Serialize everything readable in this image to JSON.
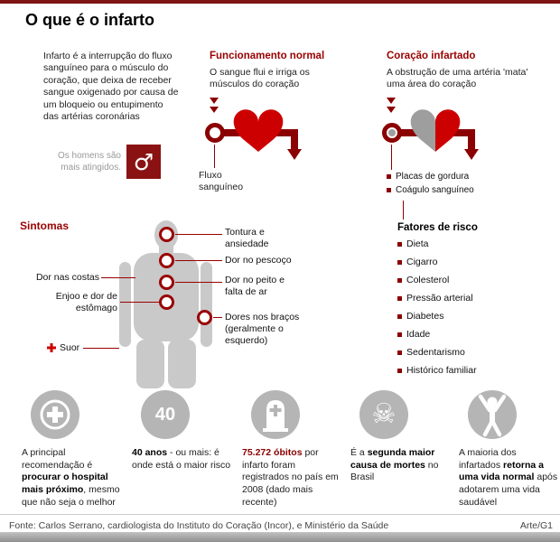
{
  "colors": {
    "accent": "#990000",
    "dark_red": "#8b0000",
    "heart_red": "#cc0000",
    "icon_gray": "#b5b5b5"
  },
  "header": {
    "title": "O que é o infarto"
  },
  "intro": {
    "text": "Infarto é a interrupção do fluxo sanguíneo para o músculo do coração, que deixa de receber sangue oxigenado por causa de um bloqueio ou entupimento das artérias coronárias",
    "men_note": "Os homens são mais atingidos.",
    "male_symbol": "♂"
  },
  "normal_heart": {
    "title": "Funcionamento normal",
    "desc": "O sangue flui e irriga os músculos do coração",
    "flow_label": "Fluxo sanguíneo"
  },
  "infarcted_heart": {
    "title": "Coração infartado",
    "desc": "A obstrução de uma artéria 'mata' uma área do coração",
    "label_plaque": "Placas de gordura",
    "label_clot": "Coágulo sanguíneo"
  },
  "symptoms": {
    "title": "Sintomas",
    "dizziness": "Tontura e ansiedade",
    "neck": "Dor no pescoço",
    "chest": "Dor no peito e falta de ar",
    "arms": "Dores nos braços (geralmente o esquerdo)",
    "back": "Dor nas costas",
    "stomach": "Enjoo e dor de estômago",
    "sweat": "Suor"
  },
  "risk": {
    "title": "Fatores de risco",
    "items": [
      "Dieta",
      "Cigarro",
      "Colesterol",
      "Pressão arterial",
      "Diabetes",
      "Idade",
      "Sedentarismo",
      "Histórico familiar"
    ]
  },
  "stats": [
    {
      "icon": "first-aid-icon",
      "pre": "A principal recomendação é ",
      "bold": "procurar o hospital mais próximo",
      "post": ", mesmo que não seja o melhor"
    },
    {
      "icon": "age-40-icon",
      "number": "40",
      "pre": "",
      "bold": "40 anos",
      "post": " - ou mais: é onde está o maior risco"
    },
    {
      "icon": "tombstone-icon",
      "pre": "",
      "bold": "75.272 óbitos",
      "post": " por infarto foram registrados no país em 2008 (dado mais recente)"
    },
    {
      "icon": "skull-icon",
      "glyph": "☠",
      "pre": "É a ",
      "bold": "segunda maior causa de mortes",
      "post": " no Brasil"
    },
    {
      "icon": "person-icon",
      "pre": "A maioria dos infartados ",
      "bold": "retorna a uma vida normal",
      "post": " após adotarem uma vida saudável"
    }
  ],
  "footer": {
    "source": "Fonte: Carlos Serrano, cardiologista do Instituto do Coração (Incor), e Ministério da Saúde",
    "credit": "Arte/G1"
  }
}
